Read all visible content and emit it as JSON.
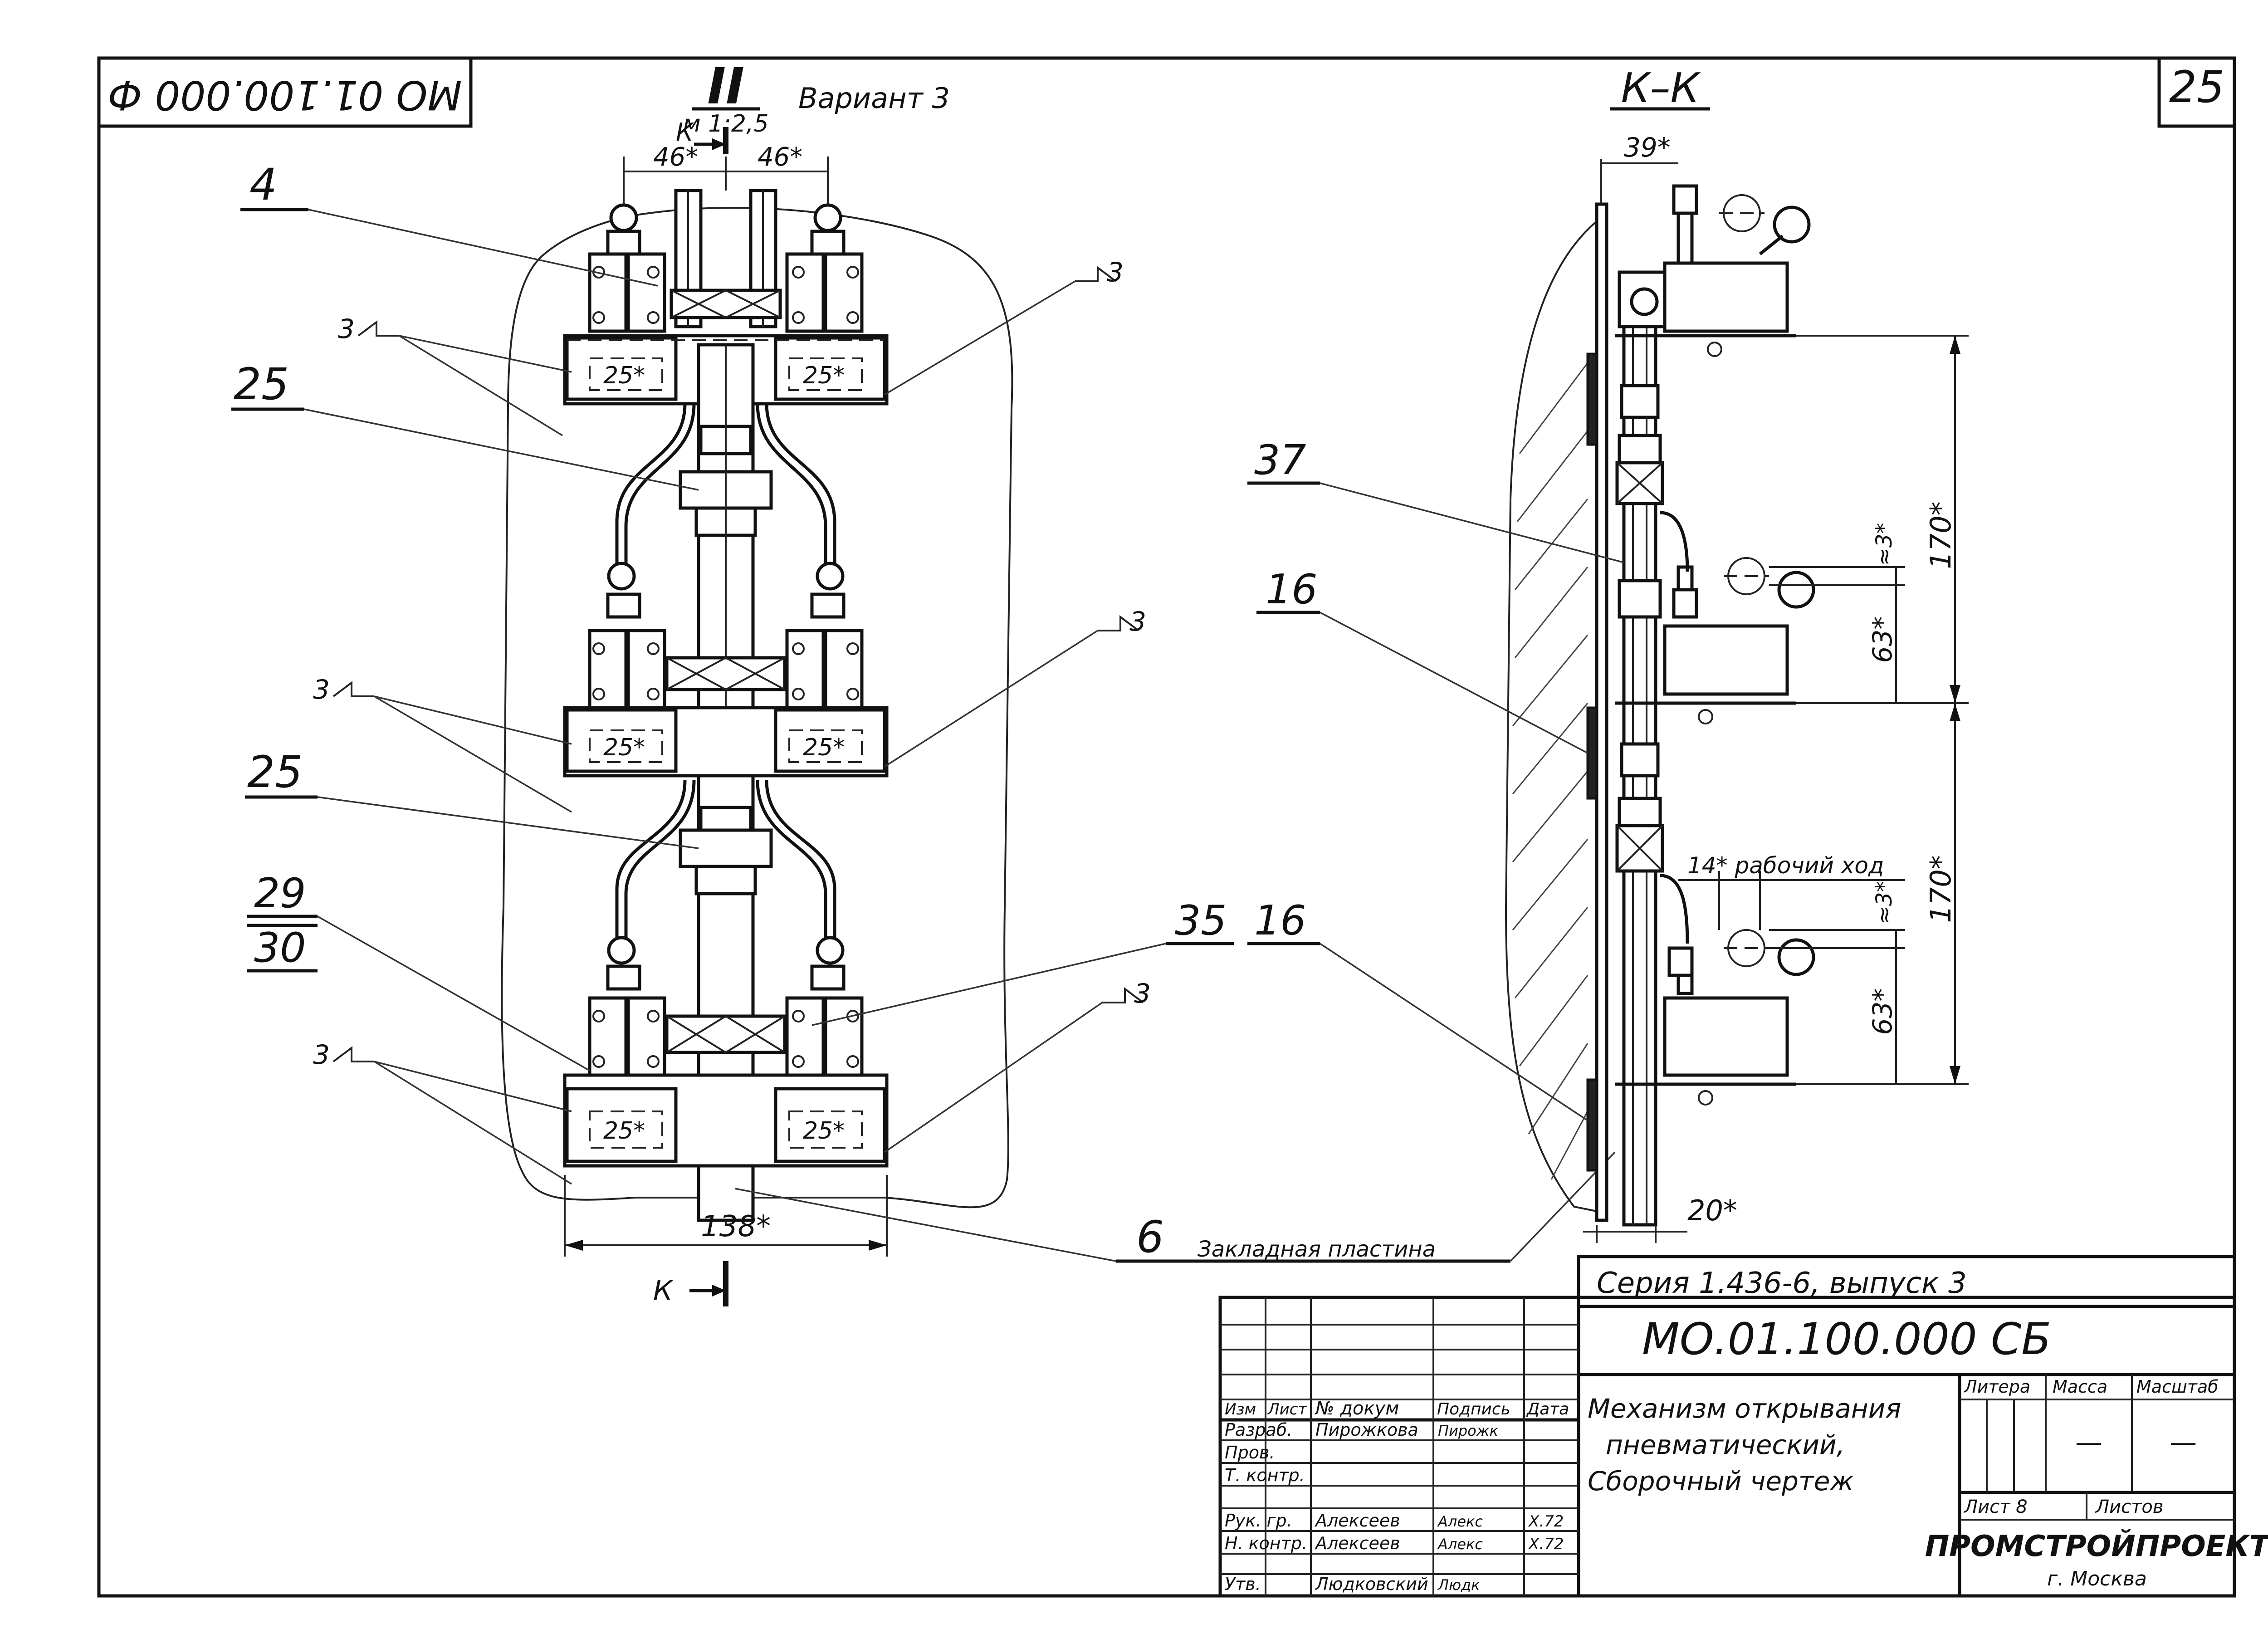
{
  "sheet": {
    "sheet_number": "25",
    "rotated_code": "МО 01.100.000 Ф"
  },
  "view_front": {
    "title_mark": "II",
    "scale": "м 1:2,5",
    "variant": "Вариант 3",
    "section_mark_top": "К",
    "section_mark_bottom": "К",
    "dim_top_left": "46*",
    "dim_top_right": "46*",
    "dim_bottom_width": "138*",
    "inner_dims": [
      "25*",
      "25*",
      "25*",
      "25*",
      "25*",
      "25*"
    ],
    "weld_marks": [
      "3",
      "3",
      "3",
      "3",
      "3",
      "3"
    ]
  },
  "view_section": {
    "title": "К–К",
    "dim_top_offset": "39*",
    "dim_height_upper": "170*",
    "dim_height_lower": "170*",
    "dim_63_upper": "63*",
    "dim_63_lower": "63*",
    "dim_small_upper": "≈3*",
    "dim_small_lower": "≈3*",
    "dim_stroke": "14* рабочий ход",
    "dim_bottom": "20*"
  },
  "callouts": {
    "c4": "4",
    "c25a": "25",
    "c25b": "25",
    "c29": "29",
    "c30": "30",
    "c37": "37",
    "c16a": "16",
    "c35": "35",
    "c16b": "16",
    "c6": "6",
    "c6_text": "Закладная пластина"
  },
  "title_block": {
    "series": "Серия 1.436-6,   выпуск 3",
    "designation": "МО.01.100.000 СБ",
    "name_line1": "Механизм открывания",
    "name_line2": "пневматический,",
    "name_line3": "Сборочный чертеж",
    "hdr_izm": "Изм",
    "hdr_list": "Лист",
    "hdr_doc": "№ докум",
    "hdr_sign": "Подпись",
    "hdr_date": "Дата",
    "hdr_litera": "Литера",
    "hdr_mass": "Масса",
    "hdr_scale": "Масштаб",
    "mass_value": "—",
    "scale_value": "—",
    "sheet_label": "Лист 8",
    "sheets_label": "Листов",
    "org": "ПРОМСТРОЙПРОЕКТ",
    "city": "г. Москва",
    "rows": [
      {
        "role": "Разраб.",
        "name": "Пирожкова",
        "sign": "Пирожк",
        "date": ""
      },
      {
        "role": "Пров.",
        "name": "",
        "sign": "",
        "date": ""
      },
      {
        "role": "Т. контр.",
        "name": "",
        "sign": "",
        "date": ""
      },
      {
        "role": "Рук. гр.",
        "name": "Алексеев",
        "sign": "Алекс",
        "date": "X.72"
      },
      {
        "role": "Н. контр.",
        "name": "Алексеев",
        "sign": "Алекс",
        "date": "X.72"
      },
      {
        "role": "Утв.",
        "name": "Людковский",
        "sign": "Людк",
        "date": ""
      }
    ]
  }
}
